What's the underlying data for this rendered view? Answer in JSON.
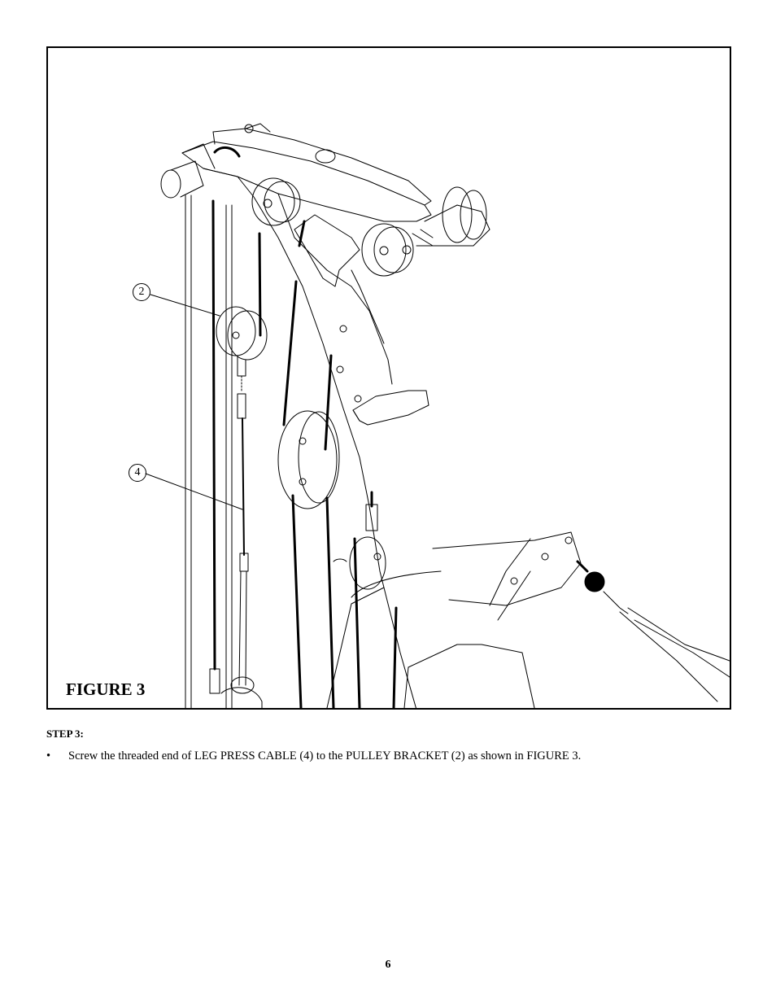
{
  "figure": {
    "label": "FIGURE 3",
    "callouts": [
      "2",
      "4"
    ]
  },
  "step": {
    "title": "STEP 3:",
    "bullet": "•",
    "text": "Screw the threaded end of LEG PRESS CABLE (4) to the PULLEY BRACKET (2) as shown in FIGURE 3."
  },
  "page": {
    "number": "6"
  }
}
